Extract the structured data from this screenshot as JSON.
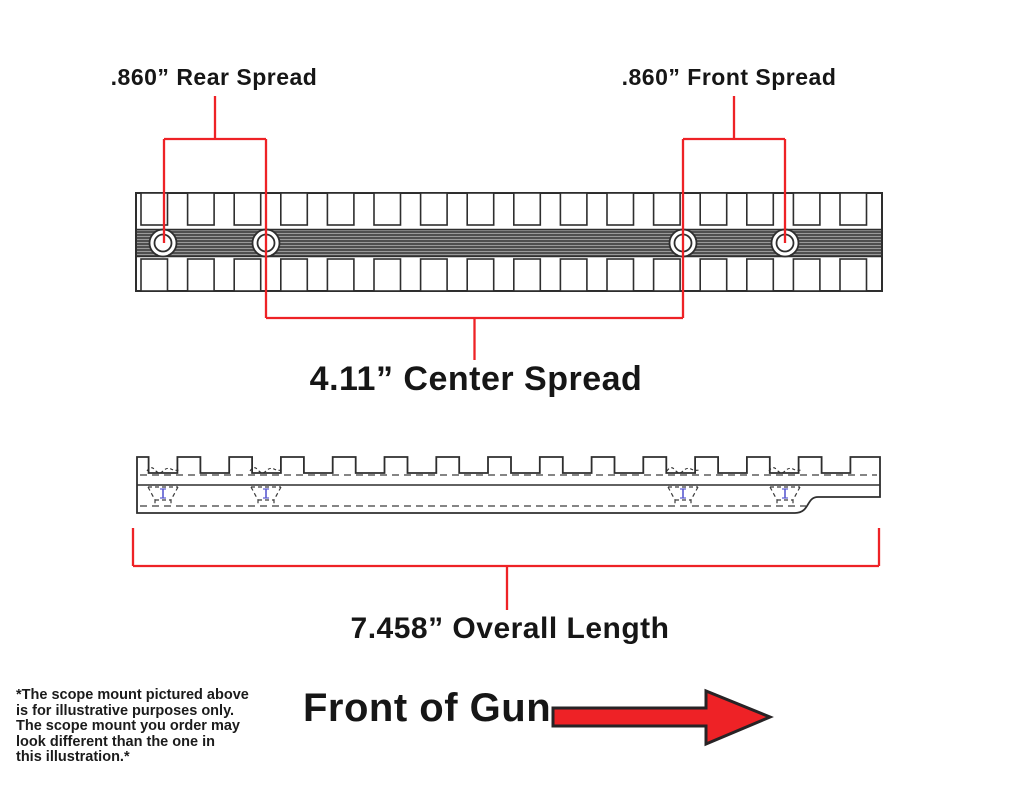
{
  "colors": {
    "dimension_red": "#ee2226",
    "arrow_fill_red": "#ee2226",
    "arrow_outline": "#272325",
    "line_dark": "#2e2e2e",
    "hidden_line": "#3c3c3c",
    "band_base_gray": "#4f4f4f",
    "band_stripe_light": "#9a9a9a",
    "center_mark_blue": "#5b5bd0",
    "text_black": "#161616"
  },
  "annotations": {
    "rear_spread_label": ".860” Rear Spread",
    "front_spread_label": ".860” Front Spread",
    "center_spread_label": "4.11” Center Spread",
    "overall_length_label": "7.458” Overall Length",
    "front_of_gun_label": "Front of Gun"
  },
  "values": {
    "rear_spread_inches": 0.86,
    "front_spread_inches": 0.86,
    "center_spread_inches": 4.11,
    "overall_length_inches": 7.458
  },
  "disclaimer": {
    "lines": [
      "*The scope mount pictured above",
      "is for illustrative purposes only.",
      "The scope mount you order may",
      "look different than the one in",
      "this illustration.*"
    ]
  },
  "diagram": {
    "views": [
      "rail-top-view",
      "rail-side-view"
    ],
    "screw_holes_per_view": 4,
    "direction_arrow": "arrow-right-icon"
  }
}
